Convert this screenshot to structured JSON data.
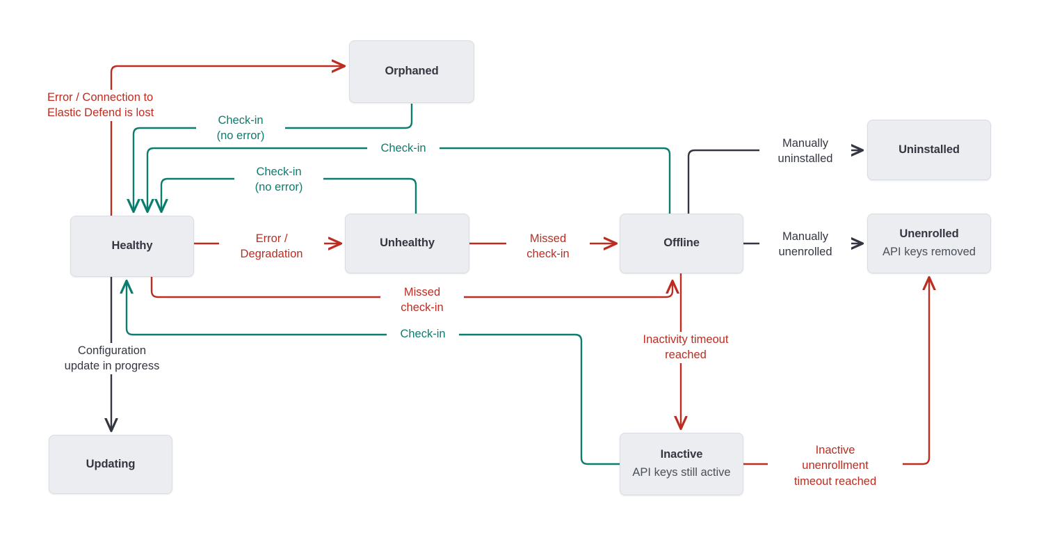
{
  "diagram": {
    "title": "Elastic Agent status state diagram",
    "colors": {
      "error": "#bc2c21",
      "success": "#0a7d6f",
      "neutral": "#343741",
      "node_fill": "#ecedf0",
      "node_border": "#d9dce3",
      "background": "#ffffff"
    },
    "nodes": [
      {
        "id": "orphaned",
        "title": "Orphaned",
        "subtitle": ""
      },
      {
        "id": "healthy",
        "title": "Healthy",
        "subtitle": ""
      },
      {
        "id": "unhealthy",
        "title": "Unhealthy",
        "subtitle": ""
      },
      {
        "id": "offline",
        "title": "Offline",
        "subtitle": ""
      },
      {
        "id": "uninstalled",
        "title": "Uninstalled",
        "subtitle": ""
      },
      {
        "id": "unenrolled",
        "title": "Unenrolled",
        "subtitle": "API keys removed"
      },
      {
        "id": "inactive",
        "title": "Inactive",
        "subtitle": "API keys still active"
      },
      {
        "id": "updating",
        "title": "Updating",
        "subtitle": ""
      }
    ],
    "edges": [
      {
        "id": "healthy-to-orphaned",
        "from": "healthy",
        "to": "orphaned",
        "label": "Error / Connection to\nElastic Defend is lost",
        "color": "error"
      },
      {
        "id": "orphaned-to-healthy",
        "from": "orphaned",
        "to": "healthy",
        "label": "Check-in\n(no error)",
        "color": "success"
      },
      {
        "id": "offline-to-healthy",
        "from": "offline",
        "to": "healthy",
        "label": "Check-in",
        "color": "success"
      },
      {
        "id": "unhealthy-to-healthy",
        "from": "unhealthy",
        "to": "healthy",
        "label": "Check-in\n(no error)",
        "color": "success"
      },
      {
        "id": "healthy-to-unhealthy",
        "from": "healthy",
        "to": "unhealthy",
        "label": "Error /\nDegradation",
        "color": "error"
      },
      {
        "id": "unhealthy-to-offline",
        "from": "unhealthy",
        "to": "offline",
        "label": "Missed\ncheck-in",
        "color": "error"
      },
      {
        "id": "healthy-to-offline",
        "from": "healthy",
        "to": "offline",
        "label": "Missed\ncheck-in",
        "color": "error"
      },
      {
        "id": "offline-to-uninstalled",
        "from": "offline",
        "to": "uninstalled",
        "label": "Manually\nuninstalled",
        "color": "neutral"
      },
      {
        "id": "offline-to-unenrolled",
        "from": "offline",
        "to": "unenrolled",
        "label": "Manually\nunenrolled",
        "color": "neutral"
      },
      {
        "id": "offline-to-inactive",
        "from": "offline",
        "to": "inactive",
        "label": "Inactivity timeout\nreached",
        "color": "error"
      },
      {
        "id": "inactive-to-offline",
        "from": "inactive",
        "to": "offline",
        "label": "Check-in",
        "color": "success"
      },
      {
        "id": "inactive-to-unenrolled",
        "from": "inactive",
        "to": "unenrolled",
        "label": "Inactive\nunenrollment\ntimeout reached",
        "color": "error"
      },
      {
        "id": "healthy-to-updating",
        "from": "healthy",
        "to": "updating",
        "label": "Configuration\nupdate in progress",
        "color": "neutral"
      }
    ],
    "labels": {
      "error_connection_lost": "Error / Connection to\nElastic Defend is lost",
      "checkin_no_error_top": "Check-in\n(no error)",
      "checkin_offline": "Check-in",
      "checkin_no_error_mid": "Check-in\n(no error)",
      "error_degradation": "Error /\nDegradation",
      "missed_checkin_unhealthy": "Missed\ncheck-in",
      "missed_checkin_healthy": "Missed\ncheck-in",
      "checkin_inactive": "Check-in",
      "manually_uninstalled": "Manually\nuninstalled",
      "manually_unenrolled": "Manually\nunenrolled",
      "inactivity_timeout": "Inactivity timeout\nreached",
      "inactive_unenrollment": "Inactive\nunenrollment\ntimeout reached",
      "config_update": "Configuration\nupdate in progress"
    }
  }
}
